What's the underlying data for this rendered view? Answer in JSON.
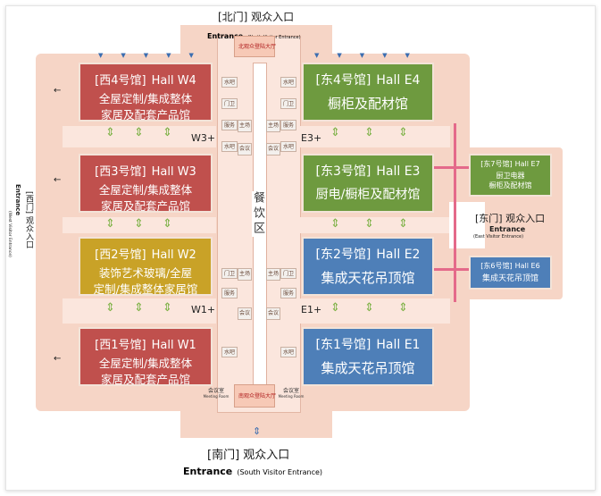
{
  "entrances": {
    "north": {
      "cn": "[北门] 观众入口",
      "en": "Entrance",
      "en_sub": "(North Visitor Entrance)",
      "hall_label_cn": "北观众登陆大厅"
    },
    "south": {
      "cn": "[南门] 观众入口",
      "en": "Entrance",
      "en_sub": "(South Visitor Entrance)",
      "hall_label_cn": "南观众登陆大厅"
    },
    "east": {
      "cn": "[东门] 观众入口",
      "en": "Entrance",
      "en_sub": "(East Visitor Entrance)"
    },
    "west": {
      "cn": "[西门] 观众入口",
      "en": "Entrance",
      "en_sub": "(West Visitor Entrance)"
    }
  },
  "halls": {
    "w4": {
      "title_cn": "[西4号馆]",
      "title_en": "Hall W4",
      "line1": "全屋定制/集成整体",
      "line2": "家居及配套产品馆",
      "color": "#c0504d"
    },
    "w3": {
      "title_cn": "[西3号馆]",
      "title_en": "Hall W3",
      "line1": "全屋定制/集成整体",
      "line2": "家居及配套产品馆",
      "color": "#c0504d"
    },
    "w2": {
      "title_cn": "[西2号馆]",
      "title_en": "Hall W2",
      "line1": "装饰艺术玻璃/全屋",
      "line2": "定制/集成整体家居馆",
      "color": "#c9a227"
    },
    "w1": {
      "title_cn": "[西1号馆]",
      "title_en": "Hall W1",
      "line1": "全屋定制/集成整体",
      "line2": "家居及配套产品馆",
      "color": "#c0504d"
    },
    "e4": {
      "title_cn": "[东4号馆]",
      "title_en": "Hall E4",
      "line1": "橱柜及配材馆",
      "color": "#6e9a3f"
    },
    "e3": {
      "title_cn": "[东3号馆]",
      "title_en": "Hall E3",
      "line1": "厨电/橱柜及配材馆",
      "color": "#6e9a3f"
    },
    "e2": {
      "title_cn": "[东2号馆]",
      "title_en": "Hall E2",
      "line1": "集成天花吊顶馆",
      "color": "#4e7fb8"
    },
    "e1": {
      "title_cn": "[东1号馆]",
      "title_en": "Hall E1",
      "line1": "集成天花吊顶馆",
      "color": "#4e7fb8"
    },
    "e7": {
      "title_cn": "[东7号馆]",
      "title_en": "Hall E7",
      "line1": "厨卫电器",
      "line2": "橱柜及配材馆",
      "color": "#6e9a3f"
    },
    "e6": {
      "title_cn": "[东6号馆]",
      "title_en": "Hall E6",
      "line1": "集成天花吊顶馆",
      "color": "#4e7fb8"
    }
  },
  "connectors": {
    "w3p": "W3+",
    "w1p": "W1+",
    "e3p": "E3+",
    "e1p": "E1+"
  },
  "center": {
    "dining": "餐饮区"
  },
  "rooms": {
    "water": "水吧",
    "main": "主场",
    "meeting": "会议",
    "service": "服务",
    "toilet": "门卫",
    "meeting_room_cn": "会议室",
    "meeting_room_en": "Meeting Room"
  }
}
